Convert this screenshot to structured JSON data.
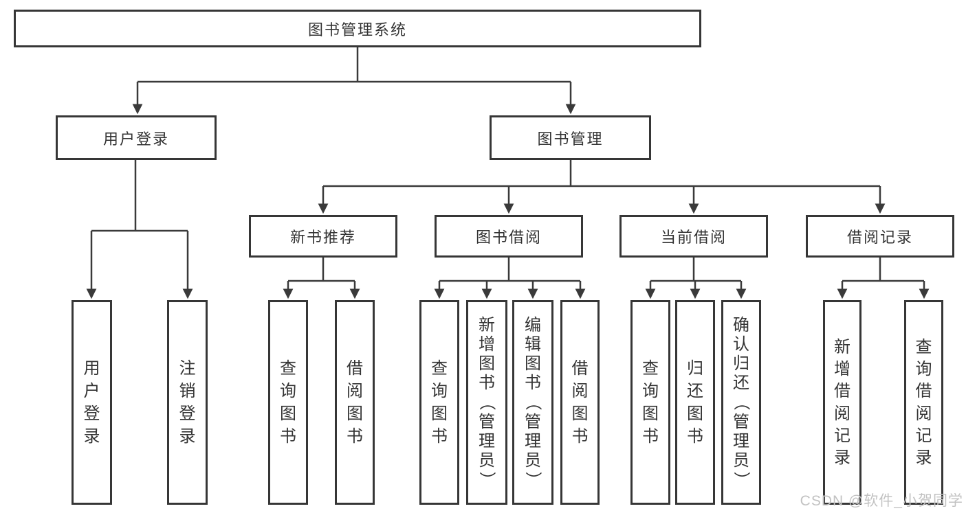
{
  "diagram": {
    "root": {
      "label": "图书管理系统"
    },
    "level2": [
      {
        "label": "用户登录"
      },
      {
        "label": "图书管理"
      }
    ],
    "level3": [
      {
        "label": "新书推荐"
      },
      {
        "label": "图书借阅"
      },
      {
        "label": "当前借阅"
      },
      {
        "label": "借阅记录"
      }
    ],
    "leaves": {
      "user_login": [
        "用户登录",
        "注销登录"
      ],
      "new_book": [
        "查询图书",
        "借阅图书"
      ],
      "borrow": [
        "查询图书",
        "新增图书（管理员）",
        "编辑图书（管理员）",
        "借阅图书"
      ],
      "current": [
        "查询图书",
        "归还图书",
        "确认归还（管理员）"
      ],
      "records": [
        "新增借阅记录",
        "查询借阅记录"
      ]
    }
  },
  "watermark": "CSDN @软件_小贺同学",
  "colors": {
    "line": "#3a3a3a",
    "box_border": "#363636",
    "text": "#333333",
    "watermark": "#c2c2c2",
    "background": "#ffffff"
  }
}
